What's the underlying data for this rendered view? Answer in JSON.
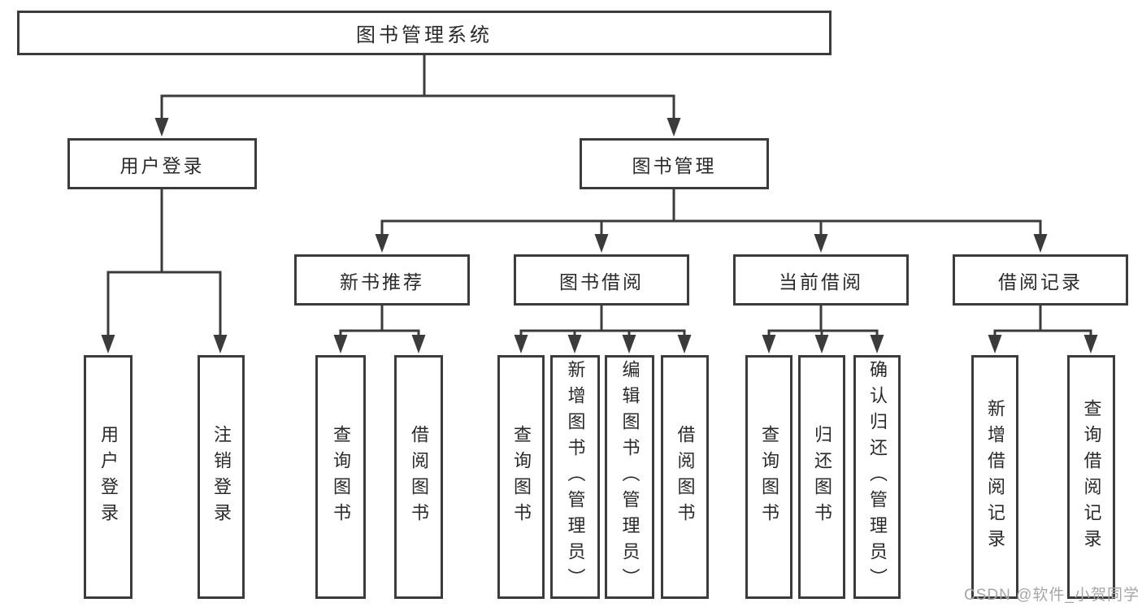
{
  "colors": {
    "line": "#3b3b3b",
    "box_border": "#3b3b3b",
    "text": "#2a2a2a",
    "watermark": "#a6a6a6",
    "background": "#ffffff"
  },
  "watermark": {
    "text": "CSDN @软件_小贺同学"
  },
  "tree": {
    "label": "图书管理系统",
    "children": [
      {
        "label": "用户登录",
        "children": [
          {
            "label": "用户登录"
          },
          {
            "label": "注销登录"
          }
        ]
      },
      {
        "label": "图书管理",
        "children": [
          {
            "label": "新书推荐",
            "children": [
              {
                "label": "查询图书"
              },
              {
                "label": "借阅图书"
              }
            ]
          },
          {
            "label": "图书借阅",
            "children": [
              {
                "label": "查询图书"
              },
              {
                "label": "新增图书（管理员）"
              },
              {
                "label": "编辑图书（管理员）"
              },
              {
                "label": "借阅图书"
              }
            ]
          },
          {
            "label": "当前借阅",
            "children": [
              {
                "label": "查询图书"
              },
              {
                "label": "归还图书"
              },
              {
                "label": "确认归还（管理员）"
              }
            ]
          },
          {
            "label": "借阅记录",
            "children": [
              {
                "label": "新增借阅记录"
              },
              {
                "label": "查询借阅记录"
              }
            ]
          }
        ]
      }
    ]
  }
}
